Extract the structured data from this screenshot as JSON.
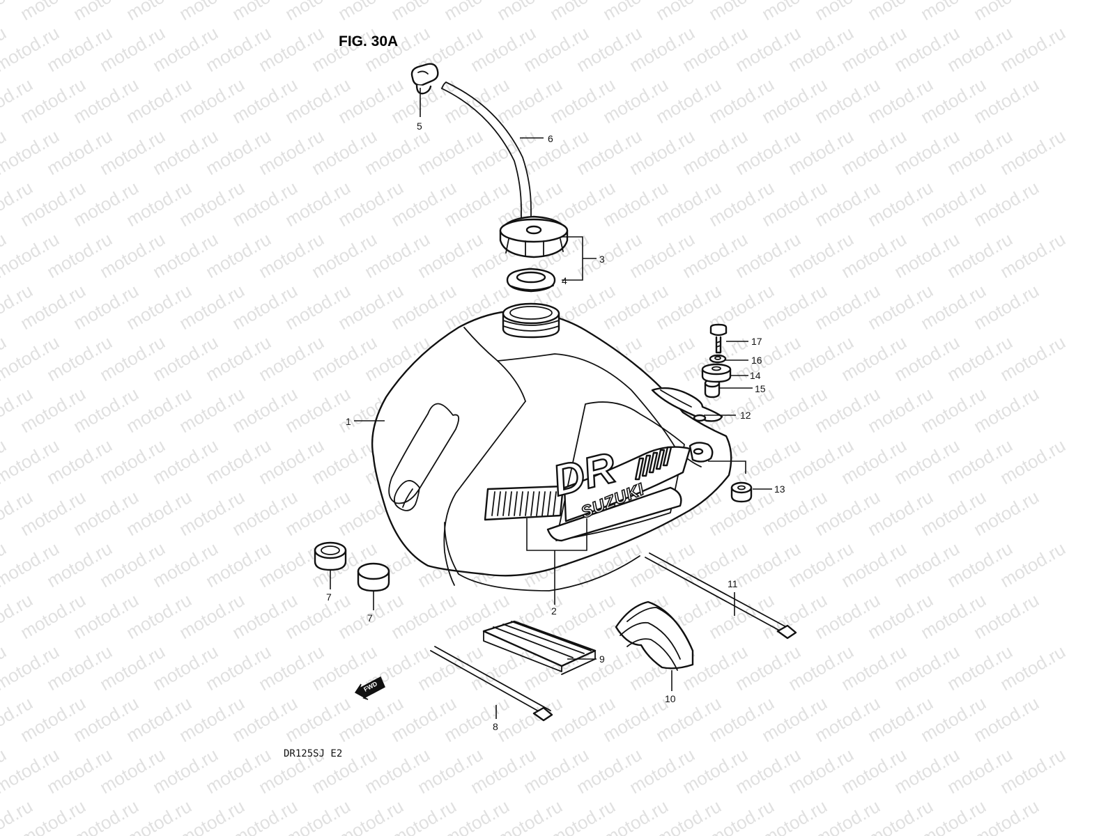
{
  "figure_title": "FIG. 30A",
  "model_code": "DR125SJ  E2",
  "watermark": "motod.ru",
  "direction_arrow_label": "FWD",
  "logo_text": {
    "dr": "DR",
    "brand": "SUZUKI"
  },
  "callouts": {
    "c1": "1",
    "c2": "2",
    "c3": "3",
    "c4": "4",
    "c5": "5",
    "c6": "6",
    "c7a": "7",
    "c7b": "7",
    "c8": "8",
    "c9": "9",
    "c10": "10",
    "c11": "11",
    "c12": "12",
    "c13": "13",
    "c14": "14",
    "c15": "15",
    "c16": "16",
    "c17": "17"
  }
}
